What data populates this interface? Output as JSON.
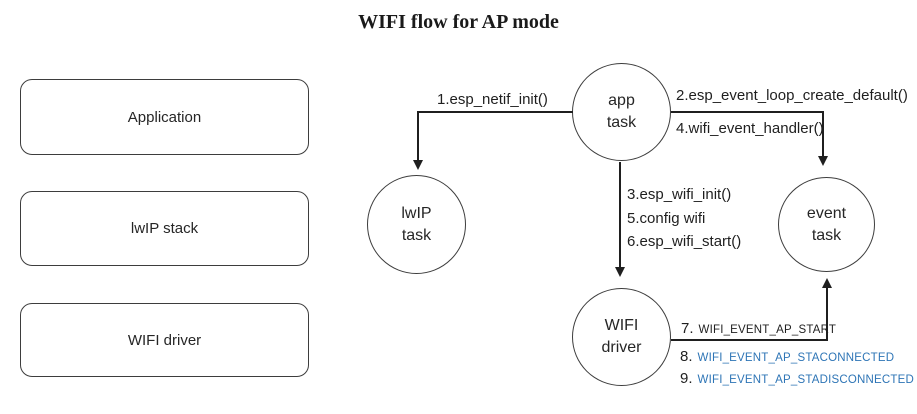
{
  "title": "WIFI flow for AP mode",
  "colors": {
    "line": "#1f1f1f",
    "text": "#262626",
    "event_highlight": "#2E75B6"
  },
  "layers": [
    {
      "label": "Application"
    },
    {
      "label": "lwIP stack"
    },
    {
      "label": "WIFI driver"
    }
  ],
  "tasks": {
    "app": {
      "line1": "app",
      "line2": "task"
    },
    "lwip": {
      "line1": "lwIP",
      "line2": "task"
    },
    "event": {
      "line1": "event",
      "line2": "task"
    },
    "wifi": {
      "line1": "WIFI",
      "line2": "driver"
    }
  },
  "steps": {
    "s1": "1.esp_netif_init()",
    "s2": "2.esp_event_loop_create_default()",
    "s3": "3.esp_wifi_init()",
    "s4": "4.wifi_event_handler()",
    "s5": "5.config wifi",
    "s6": "6.esp_wifi_start()",
    "s7": {
      "num": "7.",
      "event": "WIFI_EVENT_AP_START"
    },
    "s8": {
      "num": "8.",
      "event": "WIFI_EVENT_AP_STACONNECTED"
    },
    "s9": {
      "num": "9.",
      "event": "WIFI_EVENT_AP_STADISCONNECTED"
    }
  }
}
